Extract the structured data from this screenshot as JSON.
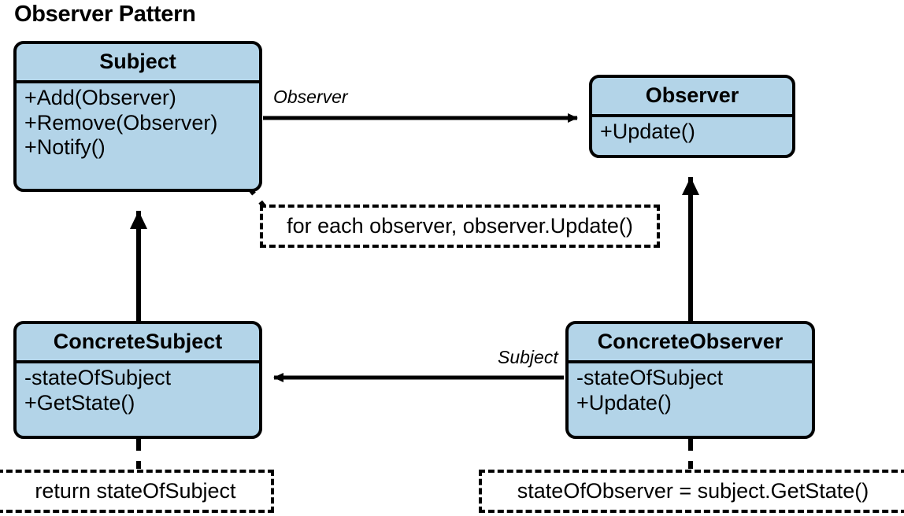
{
  "title": "Observer Pattern",
  "colors": {
    "class_fill": "#b3d4e8",
    "stroke": "#000000",
    "background": "#ffffff"
  },
  "classes": [
    {
      "id": "subject",
      "name": "Subject",
      "members": [
        "+Add(Observer)",
        "+Remove(Observer)",
        "+Notify()"
      ]
    },
    {
      "id": "observer",
      "name": "Observer",
      "members": [
        "+Update()"
      ]
    },
    {
      "id": "concrete-subject",
      "name": "ConcreteSubject",
      "members": [
        "-stateOfSubject",
        "+GetState()"
      ]
    },
    {
      "id": "concrete-observer",
      "name": "ConcreteObserver",
      "members": [
        "-stateOfSubject",
        "+Update()"
      ]
    }
  ],
  "notes": [
    {
      "id": "notify-note",
      "text": "for each observer, observer.Update()"
    },
    {
      "id": "getstate-note",
      "text": "return stateOfSubject"
    },
    {
      "id": "update-note",
      "text": "stateOfObserver = subject.GetState()"
    }
  ],
  "edge_labels": [
    {
      "id": "observer-role",
      "text": "Observer"
    },
    {
      "id": "subject-role",
      "text": "Subject"
    }
  ]
}
